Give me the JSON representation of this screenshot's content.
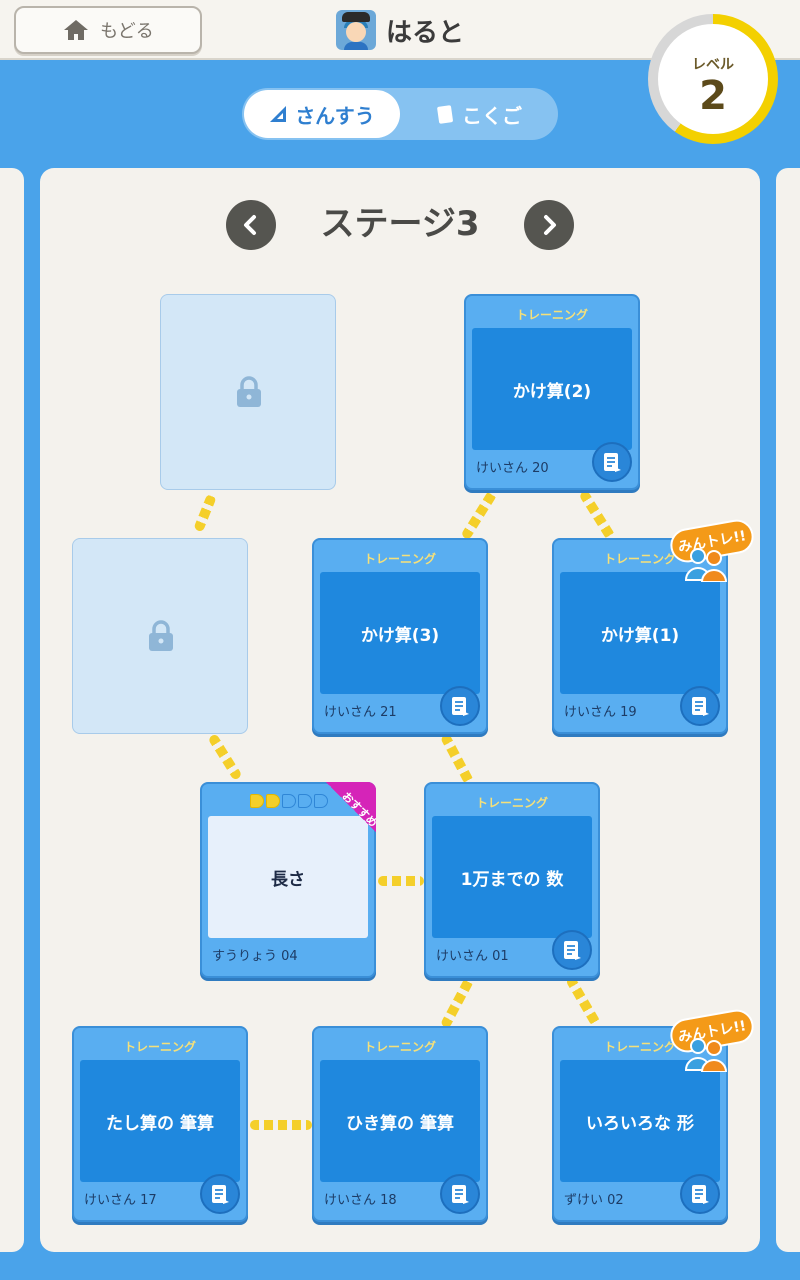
{
  "header": {
    "back_label": "もどる",
    "user_name": "はると",
    "level_label": "レベル",
    "level_value": "2",
    "level_progress": 0.6
  },
  "subjects": {
    "math": "さんすう",
    "japanese": "こくご",
    "selected": "math"
  },
  "stage": {
    "title": "ステージ3"
  },
  "cards": {
    "kakezan2": {
      "tag": "トレーニング",
      "title": "かけ算(2)",
      "code": "けいさん 20"
    },
    "kakezan3": {
      "tag": "トレーニング",
      "title": "かけ算(3)",
      "code": "けいさん 21"
    },
    "kakezan1": {
      "tag": "トレーニング",
      "title": "かけ算(1)",
      "code": "けいさん 19"
    },
    "nagasa": {
      "title": "長さ",
      "code": "すうりょう 04",
      "badge": "おすすめ",
      "progress": 2,
      "progress_total": 5
    },
    "ichiman": {
      "tag": "トレーニング",
      "title": "1万までの 数",
      "code": "けいさん 01"
    },
    "tashizan": {
      "tag": "トレーニング",
      "title": "たし算の 筆算",
      "code": "けいさん 17"
    },
    "hikizan": {
      "tag": "トレーニング",
      "title": "ひき算の 筆算",
      "code": "けいさん 18"
    },
    "katachi": {
      "tag": "トレーニング",
      "title": "いろいろな 形",
      "code": "ずけい 02"
    }
  },
  "minna_badge": "みんトレ!!",
  "colors": {
    "background": "#4aa3ea",
    "card": "#59aef1",
    "card_inner": "#1f88de",
    "accent_yellow": "#f4cf2a",
    "badge_magenta": "#d524b8",
    "badge_orange": "#f49a18"
  }
}
